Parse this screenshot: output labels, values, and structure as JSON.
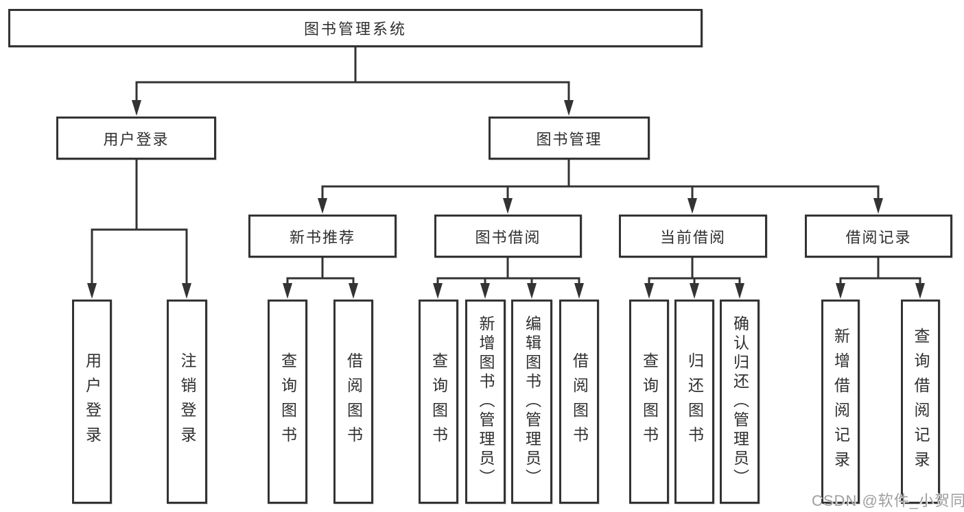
{
  "diagram": {
    "type": "hierarchy",
    "title": "图书管理系统"
  },
  "tree": {
    "label": "图书管理系统",
    "children": [
      {
        "label": "用户登录",
        "children": [
          {
            "label": "用户登录"
          },
          {
            "label": "注销登录"
          }
        ]
      },
      {
        "label": "图书管理",
        "children": [
          {
            "label": "新书推荐",
            "children": [
              {
                "label": "查询图书"
              },
              {
                "label": "借阅图书"
              }
            ]
          },
          {
            "label": "图书借阅",
            "children": [
              {
                "label": "查询图书"
              },
              {
                "label": "新增图书（管理员）"
              },
              {
                "label": "编辑图书（管理员）"
              },
              {
                "label": "借阅图书"
              }
            ]
          },
          {
            "label": "当前借阅",
            "children": [
              {
                "label": "查询图书"
              },
              {
                "label": "归还图书"
              },
              {
                "label": "确认归还（管理员）"
              }
            ]
          },
          {
            "label": "借阅记录",
            "children": [
              {
                "label": "新增借阅记录"
              },
              {
                "label": "查询借阅记录"
              }
            ]
          }
        ]
      }
    ]
  },
  "watermark": "CSDN @软件_小贺同学",
  "colors": {
    "line": "#333333",
    "box_border": "#333333",
    "text": "#2f2f2f",
    "watermark": "#9e9e9e",
    "background": "#ffffff"
  }
}
